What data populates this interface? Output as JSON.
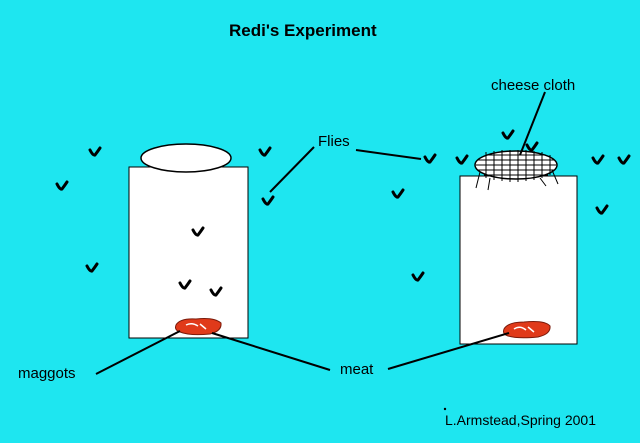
{
  "title": "Redi's Experiment",
  "labels": {
    "cheese_cloth": "cheese cloth",
    "flies": "Flies",
    "maggots": "maggots",
    "meat": "meat"
  },
  "credit": "L.Armstead,Spring 2001",
  "colors": {
    "background": "#1ee6f0",
    "jar": "#ffffff",
    "meat": "#e03a1a",
    "ink": "#000000"
  }
}
